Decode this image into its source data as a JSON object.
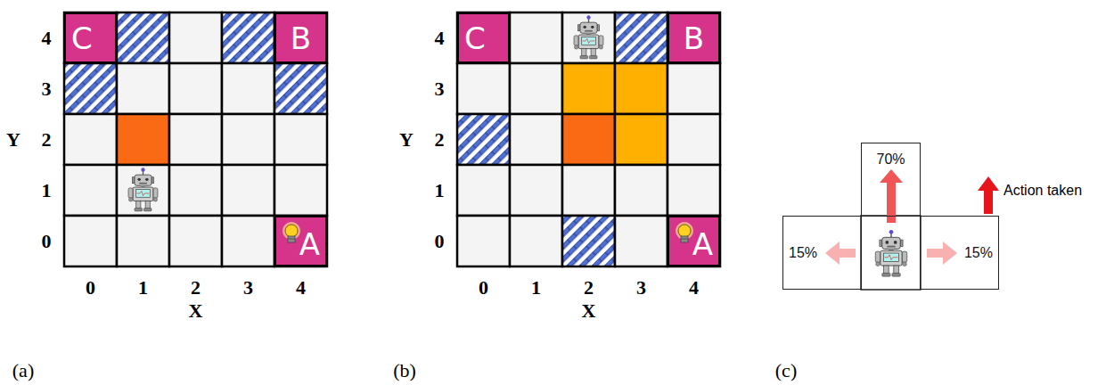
{
  "diagram": {
    "nodes": [
      {
        "text": [
          "C"
        ]
      },
      {
        "text": [
          "B"
        ]
      },
      {
        "text": [
          "A"
        ]
      },
      {
        "text": [
          "C"
        ]
      },
      {
        "text": [
          "B"
        ]
      },
      {
        "text": [
          "A"
        ]
      },
      {
        "text": [
          "70%"
        ]
      },
      {
        "text": [
          "15%"
        ]
      },
      {
        "text": [
          "15%"
        ]
      }
    ],
    "labels": [
      "4",
      "3",
      "2",
      "1",
      "0",
      "Y",
      "0",
      "1",
      "2",
      "3",
      "4",
      "X",
      "(a)",
      "4",
      "3",
      "2",
      "1",
      "0",
      "Y",
      "0",
      "1",
      "2",
      "3",
      "4",
      "X",
      "(b)",
      "Action taken",
      "(c)"
    ]
  }
}
